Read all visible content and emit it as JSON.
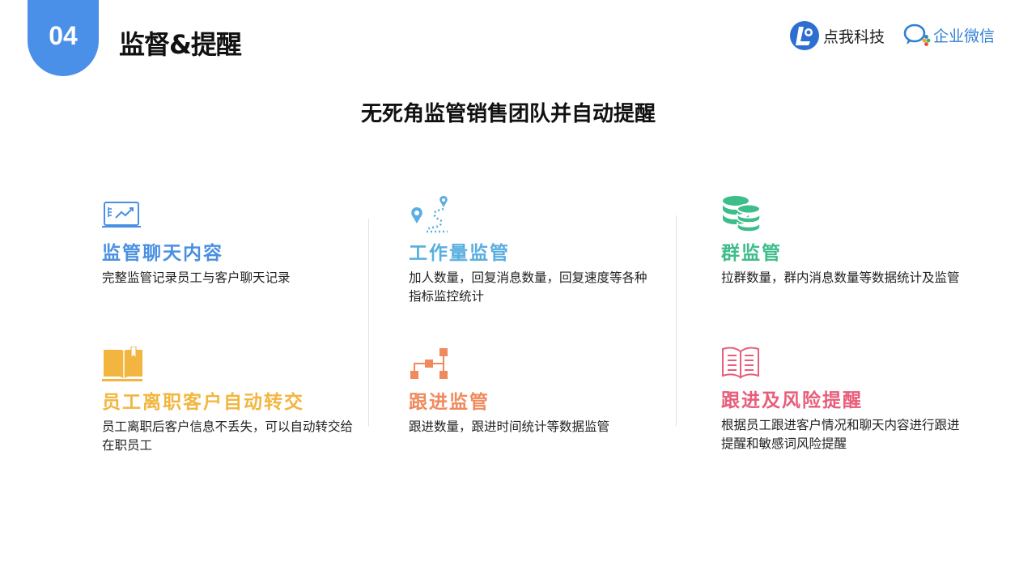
{
  "header": {
    "section_number": "04",
    "section_title": "监督&提醒",
    "logos": [
      {
        "name": "点我科技",
        "icon": "dianwo-logo-icon"
      },
      {
        "name": "企业微信",
        "icon": "wecom-logo-icon"
      }
    ]
  },
  "main_title": "无死角监管销售团队并自动提醒",
  "features": [
    {
      "title": "监管聊天内容",
      "desc": "完整监管记录员工与客户聊天记录",
      "color": "#4a90e2",
      "icon": "monitor-chart-icon"
    },
    {
      "title": "工作量监管",
      "desc": "加人数量，回复消息数量，回复速度等各种指标监控统计",
      "color": "#5aaee0",
      "icon": "route-pin-icon"
    },
    {
      "title": "群监管",
      "desc": "拉群数量，群内消息数量等数据统计及监管",
      "color": "#3dbd8a",
      "icon": "coin-stack-icon"
    },
    {
      "title": "员工离职客户自动转交",
      "desc": "员工离职后客户信息不丢失，可以自动转交给在职员工",
      "color": "#f2b640",
      "icon": "open-book-icon"
    },
    {
      "title": "跟进监管",
      "desc": "跟进数量，跟进时间统计等数据监管",
      "color": "#f08a5d",
      "icon": "flow-steps-icon"
    },
    {
      "title": "跟进及风险提醒",
      "desc": "根据员工跟进客户情况和聊天内容进行跟进提醒和敏感词风险提醒",
      "color": "#e85d7a",
      "icon": "reading-book-icon"
    }
  ]
}
